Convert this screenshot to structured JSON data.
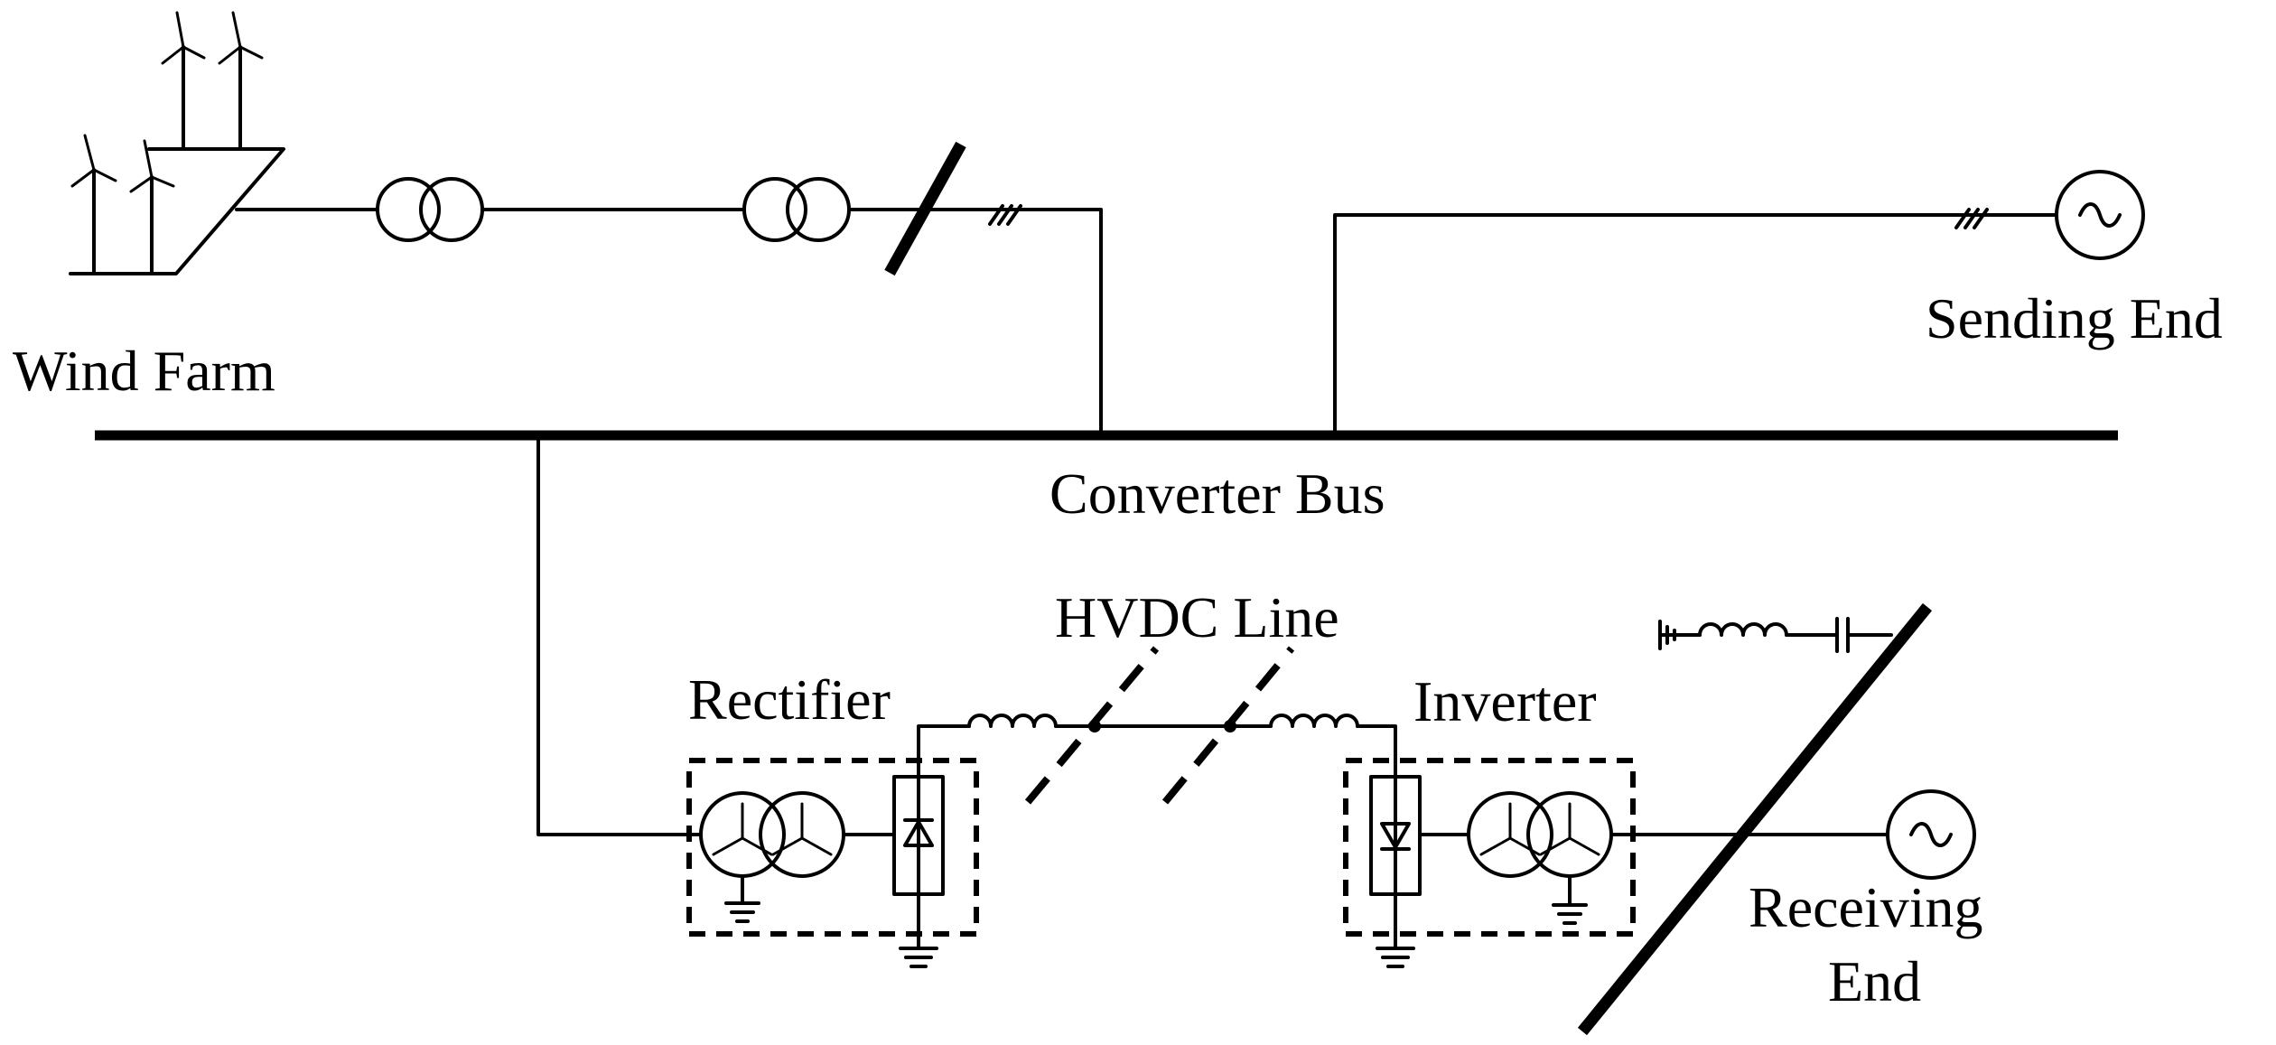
{
  "labels": {
    "wind_farm": "Wind Farm",
    "sending_end": "Sending End",
    "converter_bus": "Converter Bus",
    "hvdc_line": "HVDC Line",
    "rectifier": "Rectifier",
    "inverter": "Inverter",
    "receiving_end_line1": "Receiving",
    "receiving_end_line2": "End"
  },
  "icons": [
    "wind-turbine-icon",
    "transformer-icon",
    "ac-source-icon",
    "inductor-icon",
    "capacitor-icon",
    "ground-icon",
    "thyristor-valve-icon",
    "three-phase-marker-icon"
  ],
  "colors": {
    "line": "#000000",
    "background": "#ffffff"
  }
}
